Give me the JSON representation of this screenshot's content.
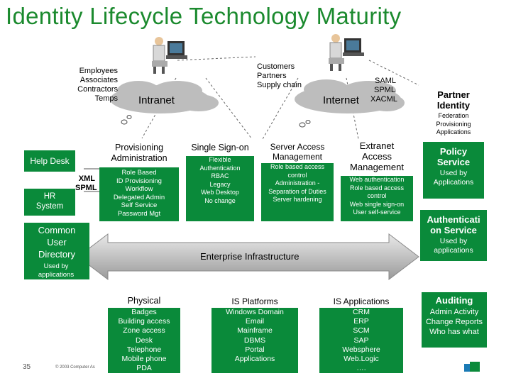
{
  "title": "Identity Lifecycle Technology Maturity",
  "top": {
    "employees": [
      "Employees",
      "Associates",
      "Contractors",
      "Temps"
    ],
    "intranet": "Intranet",
    "customers": [
      "Customers",
      "Partners",
      "Supply chain"
    ],
    "internet": "Internet",
    "standards": [
      "SAML",
      "SPML",
      "XACML"
    ]
  },
  "left": {
    "help_desk": "Help Desk",
    "xml": "XML",
    "spml": "SPML",
    "hr_system": [
      "HR",
      "System"
    ],
    "common_user_directory": {
      "title": [
        "Common",
        "User",
        "Directory"
      ],
      "sub": [
        "Used by",
        "applications"
      ]
    }
  },
  "columns": {
    "provisioning": {
      "title": [
        "Provisioning",
        "Administration"
      ],
      "items": [
        "Role Based",
        "ID Provisioning",
        "Workflow",
        "Delegated Admin",
        "Self Service",
        "Password Mgt"
      ]
    },
    "sso": {
      "title": [
        "Single Sign-on"
      ],
      "items": [
        "Flexible",
        "Authentication",
        "RBAC",
        "Legacy",
        "Web Desktop",
        "No change"
      ]
    },
    "server_access": {
      "title": [
        "Server Access",
        "Management"
      ],
      "items": [
        "Role based access",
        "control",
        "Administration -",
        "Separation of Duties",
        "Server hardening"
      ]
    },
    "extranet": {
      "title": [
        "Extranet",
        "Access",
        "Management"
      ],
      "items": [
        "Web authentication",
        "Role based access",
        "control",
        "Web single sign-on",
        "User self-service"
      ]
    }
  },
  "right": {
    "partner_identity": {
      "title": [
        "Partner",
        "Identity"
      ],
      "items": [
        "Federation",
        "Provisioning",
        "Applications"
      ]
    },
    "policy_service": {
      "title": [
        "Policy",
        "Service"
      ],
      "sub": [
        "Used by",
        "Applications"
      ]
    },
    "authentication_service": {
      "title": [
        "Authenticati",
        "on Service"
      ],
      "sub": [
        "Used by",
        "applications"
      ]
    },
    "auditing": {
      "title": "Auditing",
      "items": [
        "Admin Activity",
        "Change Reports",
        "Who has what"
      ]
    }
  },
  "infrastructure": "Enterprise Infrastructure",
  "bottom": {
    "physical": {
      "title": "Physical",
      "items": [
        "Badges",
        "Building access",
        "Zone access",
        "Desk",
        "Telephone",
        "Mobile phone",
        "PDA"
      ]
    },
    "is_platforms": {
      "title": "IS Platforms",
      "items": [
        "Windows Domain",
        "Email",
        "Mainframe",
        "DBMS",
        "Portal",
        "Applications"
      ]
    },
    "is_applications": {
      "title": "IS Applications",
      "items": [
        "CRM",
        "ERP",
        "SCM",
        "SAP",
        "Websphere",
        "Web.Logic",
        "…."
      ]
    }
  },
  "footer": {
    "page": "35",
    "copyright": "© 2003 Computer As"
  },
  "colors": {
    "green": "#0a8a3a",
    "title_green": "#1b8a2e",
    "arrow_gray": "#c8c8c8"
  }
}
